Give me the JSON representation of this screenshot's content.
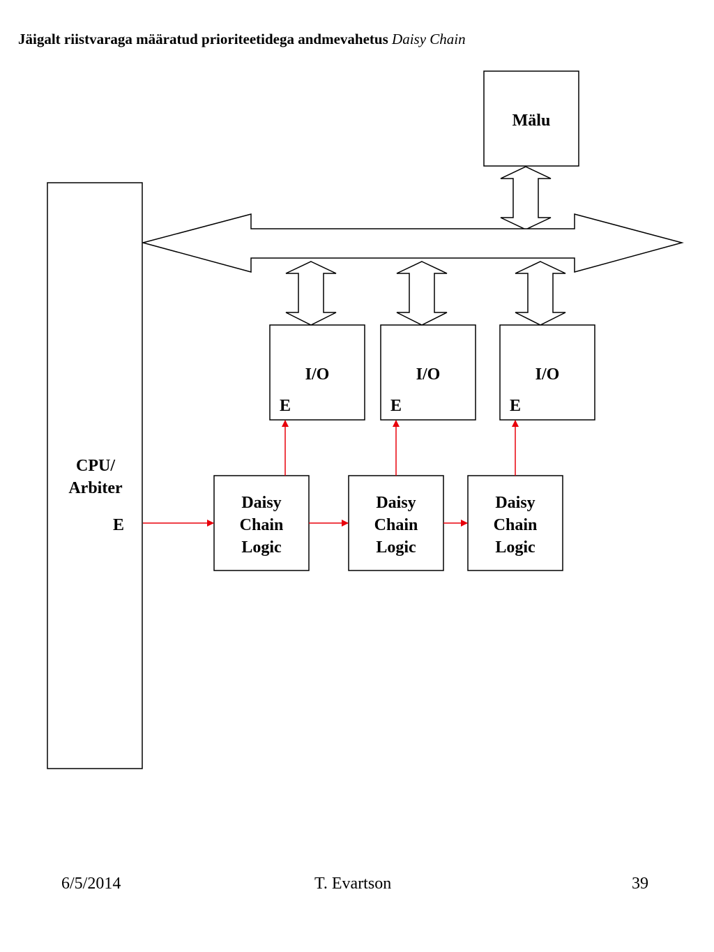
{
  "title": {
    "main": "Jäigalt riistvaraga määratud prioriteetidega  andmevahetus",
    "emph": "Daisy Chain"
  },
  "memory": {
    "label": "Mälu"
  },
  "cpu": {
    "line1": "CPU/",
    "line2": "Arbiter",
    "enable": "E"
  },
  "io_devices": [
    {
      "label": "I/O",
      "enable": "E"
    },
    {
      "label": "I/O",
      "enable": "E"
    },
    {
      "label": "I/O",
      "enable": "E"
    }
  ],
  "daisy_chain_logic": [
    {
      "line1": "Daisy",
      "line2": "Chain",
      "line3": "Logic"
    },
    {
      "line1": "Daisy",
      "line2": "Chain",
      "line3": "Logic"
    },
    {
      "line1": "Daisy",
      "line2": "Chain",
      "line3": "Logic"
    }
  ],
  "colors": {
    "signal": "#e8000b",
    "outline": "#000000"
  },
  "footer": {
    "date": "6/5/2014",
    "author": "T. Evartson",
    "page": "39"
  }
}
